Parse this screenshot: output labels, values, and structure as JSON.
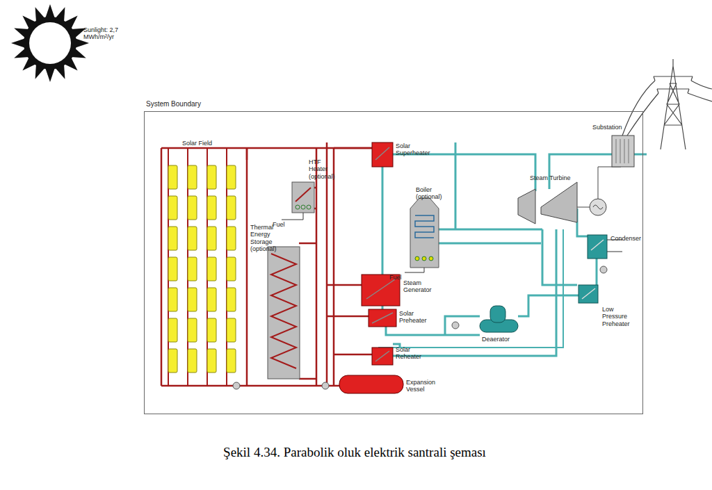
{
  "diagram": {
    "caption": "Şekil 4.34. Parabolik oluk elektrik santrali şeması",
    "nodes": [
      {
        "text": [
          "System Boundary"
        ]
      }
    ],
    "labels": [
      "Sunlight: 2,7 MWh/m²/yr",
      "Solar Field",
      "HTF Heater (optional)",
      "Fuel",
      "Thermal Energy Storage (optional)",
      "Solar Superheater",
      "Boiler (optional)",
      "Fuel",
      "Steam Generator",
      "Solar Preheater",
      "Solar Reheater",
      "Expansion Vessel",
      "Deaerator",
      "Steam Turbine",
      "Substation",
      "Condenser",
      "Low Pressure Preheater"
    ]
  }
}
